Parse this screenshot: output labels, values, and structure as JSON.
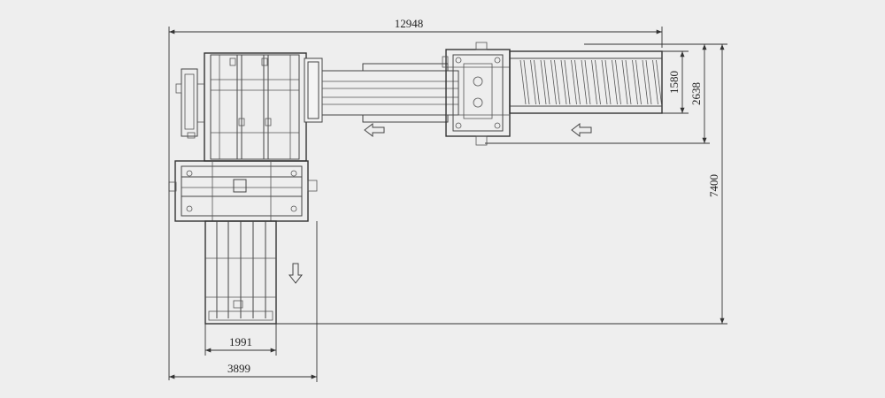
{
  "dimensions": {
    "overall_length": "12948",
    "overall_height": "7400",
    "feed_width": "1580",
    "conveyor_depth": "2638",
    "bale_exit_width": "1991",
    "base_width": "3899"
  },
  "arrows": {
    "conveyor_flow": "left",
    "press_feed": "left",
    "bale_exit": "down"
  },
  "colors": {
    "background": "#eeeeee",
    "line": "#444444"
  }
}
